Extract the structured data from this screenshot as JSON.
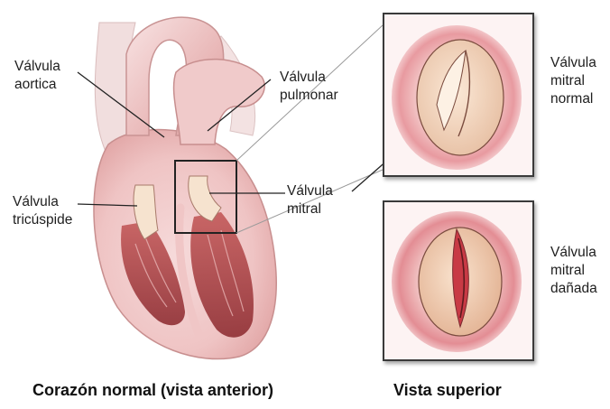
{
  "labels": {
    "aortic_valve": [
      "Válvula",
      "aortica"
    ],
    "pulmonary_valve": [
      "Válvula",
      "pulmonar"
    ],
    "tricuspid_valve": [
      "Válvula",
      "tricúspide"
    ],
    "mitral_valve": [
      "Válvula",
      "mitral"
    ],
    "normal_mitral": [
      "Válvula",
      "mitral",
      "normal"
    ],
    "damaged_mitral": [
      "Válvula",
      "mitral",
      "dañada"
    ]
  },
  "captions": {
    "anterior": "Corazón normal (vista anterior)",
    "superior": "Vista superior"
  },
  "colors": {
    "text": "#1e1e1e",
    "panel_border": "#3a3a3a",
    "heart_wall": "#f2c9c9",
    "heart_muscle": "#b44a4a",
    "valve_tissue": "#f6e3cf"
  }
}
